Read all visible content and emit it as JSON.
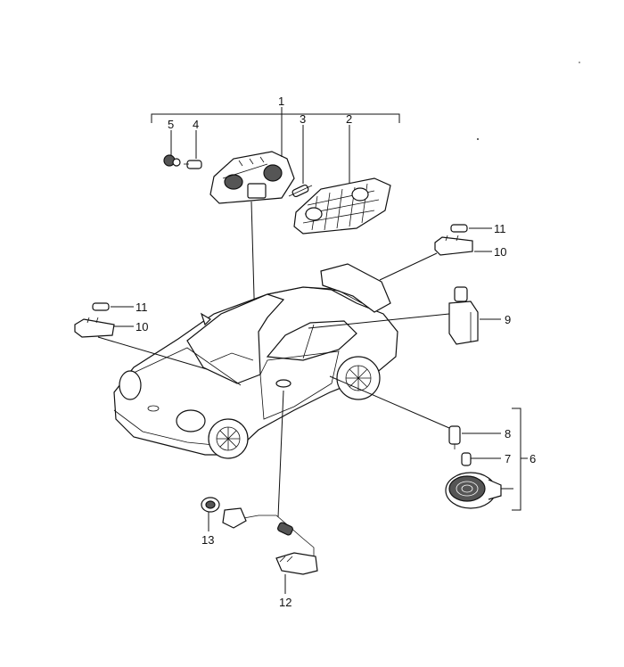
{
  "callouts": {
    "c1": "1",
    "c2": "2",
    "c3": "3",
    "c4": "4",
    "c5": "5",
    "c6": "6",
    "c7": "7",
    "c8": "8",
    "c9": "9",
    "c10_left": "10",
    "c10_right": "10",
    "c11_left": "11",
    "c11_right": "11",
    "c12": "12",
    "c13": "13"
  }
}
